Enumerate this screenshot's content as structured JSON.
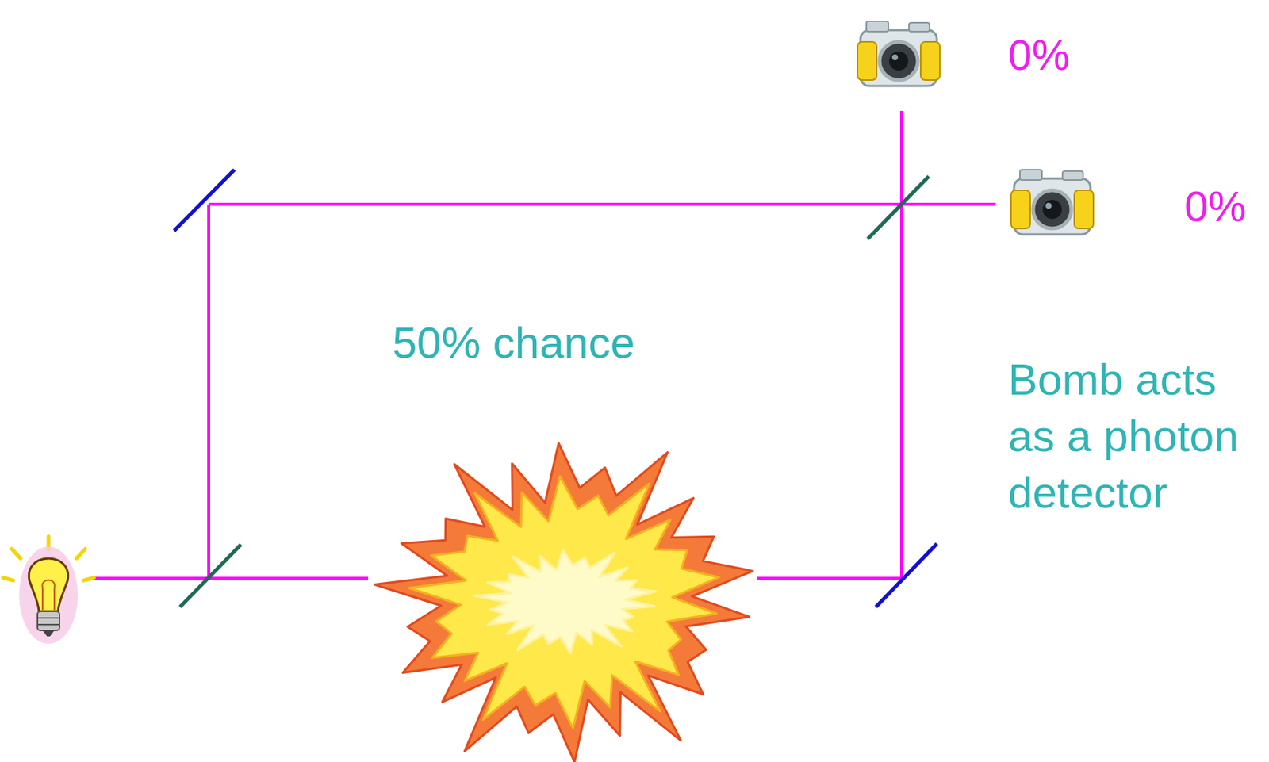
{
  "diagram": {
    "labels": [
      "0%",
      "0%",
      "50% chance",
      "Bomb acts as a photon detector"
    ]
  }
}
